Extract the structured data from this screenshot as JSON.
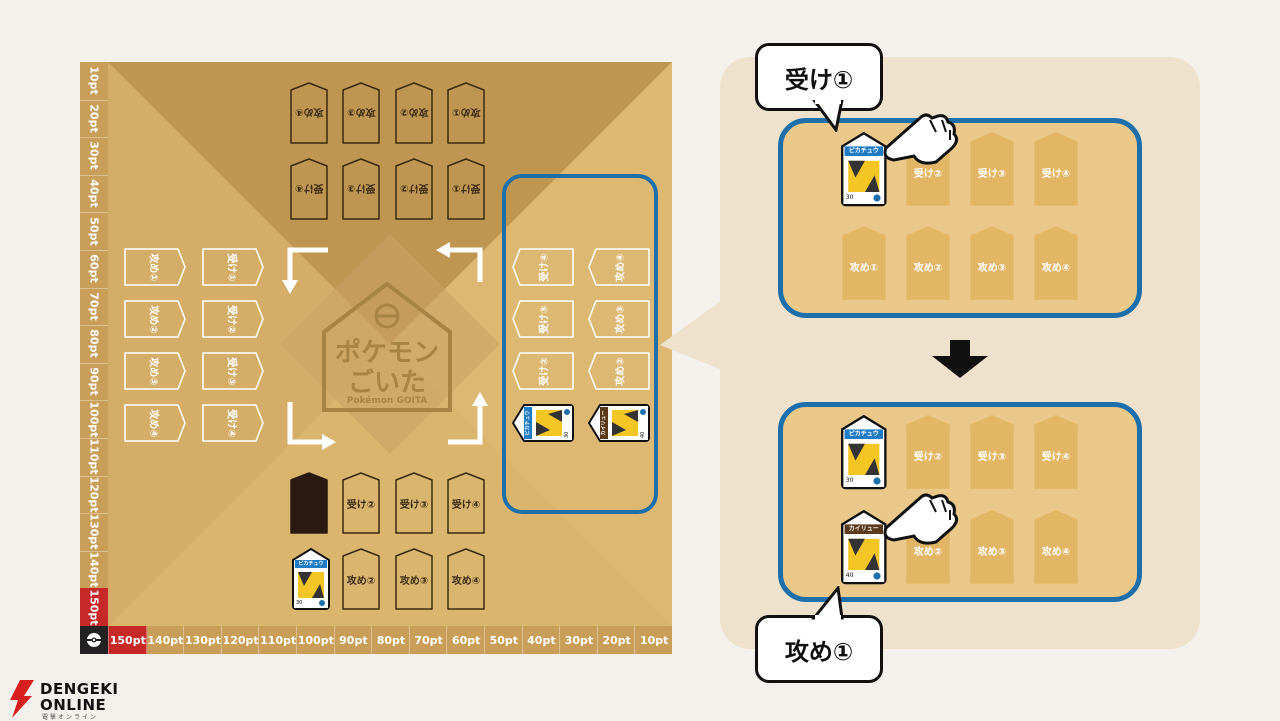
{
  "board": {
    "vertical_track": [
      "10pt",
      "20pt",
      "30pt",
      "40pt",
      "50pt",
      "60pt",
      "70pt",
      "80pt",
      "90pt",
      "100pt",
      "110pt",
      "120pt",
      "130pt",
      "140pt",
      "150pt"
    ],
    "horizontal_track": [
      "150pt",
      "140pt",
      "130pt",
      "120pt",
      "110pt",
      "100pt",
      "90pt",
      "80pt",
      "70pt",
      "60pt",
      "50pt",
      "40pt",
      "30pt",
      "20pt",
      "10pt"
    ],
    "highlight_value": "150pt",
    "logo": {
      "line1": "ポケモン",
      "line2": "ごいた",
      "subtitle": "Pokémon GOITA"
    },
    "top_player": {
      "row_outer": [
        "攻め④",
        "攻め③",
        "攻め②",
        "攻め①"
      ],
      "row_inner": [
        "受け④",
        "受け③",
        "受け②",
        "受け①"
      ]
    },
    "left_player": {
      "col_outer": [
        "攻め①",
        "攻め②",
        "攻め③",
        "攻め④"
      ],
      "col_inner": [
        "受け①",
        "受け②",
        "受け③",
        "受け④"
      ]
    },
    "right_player": {
      "col_inner": [
        "受け④",
        "受け③",
        "受け②"
      ],
      "col_outer": [
        "攻め④",
        "攻め③",
        "攻め②"
      ]
    },
    "bottom_player": {
      "row_inner": [
        "受け②",
        "受け③",
        "受け④"
      ],
      "row_outer": [
        "攻め②",
        "攻め③",
        "攻め④"
      ]
    },
    "cards": {
      "pikachu": "ピカチュウ",
      "pikachu_points": "30",
      "dragonite": "カイリュー",
      "dragonite_points": "40"
    }
  },
  "callout": {
    "step1_label": "受け①",
    "step1_row_top": [
      "受け②",
      "受け③",
      "受け④"
    ],
    "step1_row_bottom": [
      "攻め①",
      "攻め②",
      "攻め③",
      "攻め④"
    ],
    "step2_label": "攻め①",
    "step2_row_top": [
      "受け②",
      "受け③",
      "受け④"
    ],
    "step2_row_bottom": [
      "攻め②",
      "攻め③",
      "攻め④"
    ]
  },
  "brand": {
    "line1": "DENGEKI",
    "line2": "ONLINE",
    "line3": "電撃オンライン"
  },
  "colors": {
    "board": "#c9a460",
    "track": "#c89e58",
    "highlight": "#c62828",
    "frame": "#1c6fa8",
    "tile": "#e3b666"
  }
}
